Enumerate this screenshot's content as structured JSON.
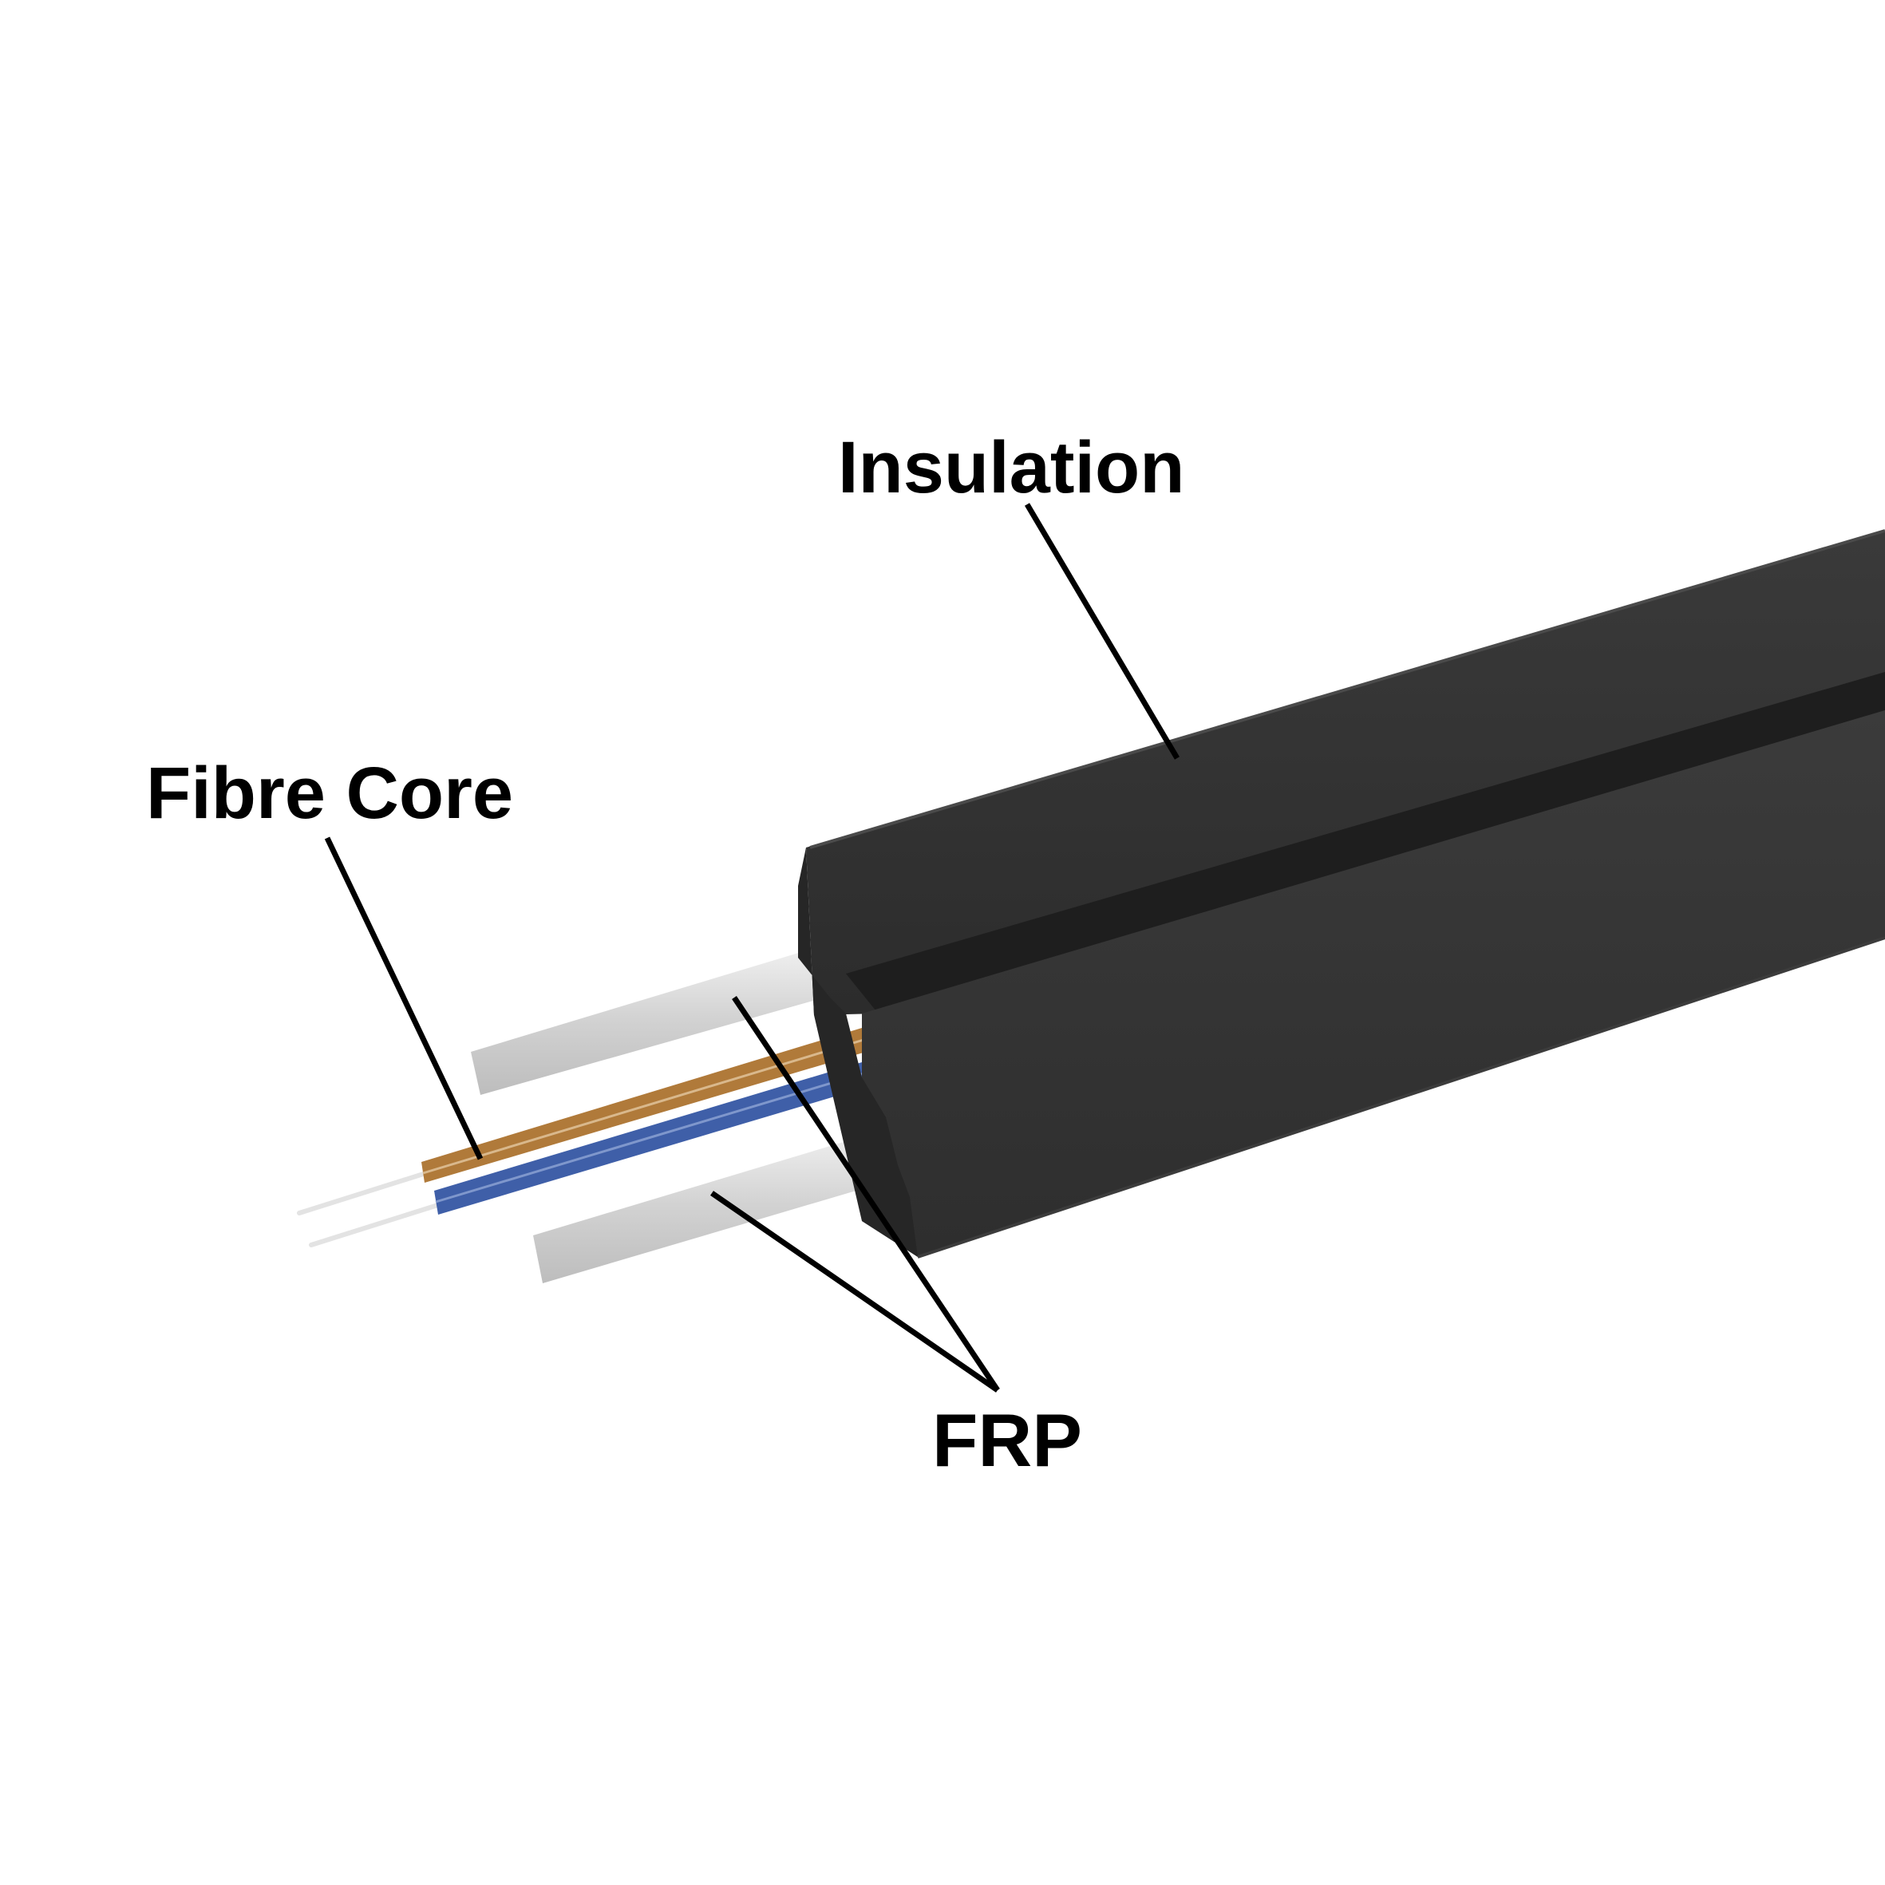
{
  "labels": {
    "insulation": "Insulation",
    "fibre_core": "Fibre Core",
    "frp": "FRP"
  },
  "colors": {
    "background": "#ffffff",
    "jacket": "#333333",
    "jacket_dark": "#1e1e1e",
    "frp_rod": "#cfcfcf",
    "fibre_brown": "#b07a3a",
    "fibre_blue": "#3f5fa8",
    "bare_fibre": "#e6e6e6",
    "leader_line": "#000000"
  }
}
